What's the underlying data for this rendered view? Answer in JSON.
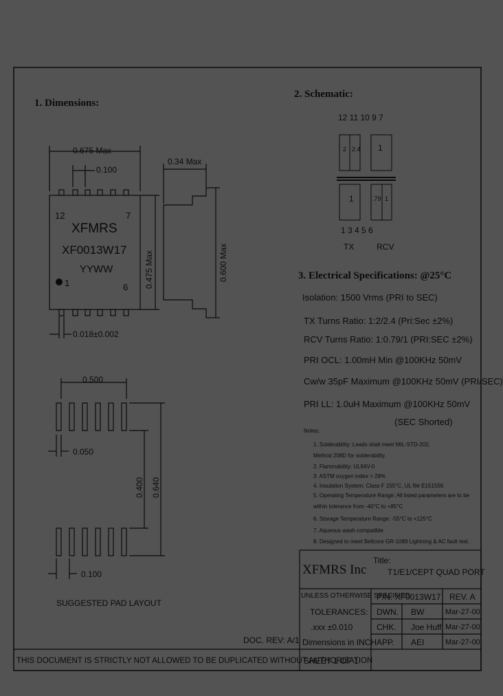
{
  "sections": {
    "dimensions_title": "1. Dimensions:",
    "schematic_title": "2. Schematic:",
    "electrical_title": "3. Electrical   Specifications: @25°C"
  },
  "dimensions": {
    "width_max": "0.675 Max",
    "pitch": "0.100",
    "height_max": "0.34 Max",
    "body_max": "0.475 Max",
    "overall_max": "0.600 Max",
    "lead_width": "0.018±0.002",
    "chip_logo": "XFMRS",
    "chip_part": "XF0013W17",
    "chip_date": "YYWW",
    "pin_12": "12",
    "pin_7": "7",
    "pin_1": "1",
    "pin_6": "6"
  },
  "pad_layout": {
    "span": "0.500",
    "pad_width": "0.050",
    "row_gap": "0.400",
    "overall": "0.640",
    "pitch": "0.100",
    "caption": "SUGGESTED PAD LAYOUT"
  },
  "schematic": {
    "top_pins": "12 11 10  9    7",
    "bottom_pins": "1    3  4 5 6",
    "ratio_a": "2",
    "ratio_b": "2.4",
    "ratio_c": "1",
    "ratio_d": "1",
    "ratio_e": ".79",
    "ratio_f": "1",
    "tx_label": "TX",
    "rcv_label": "RCV"
  },
  "electrical": [
    "Isolation: 1500 Vrms (PRI to SEC)",
    "TX Turns Ratio: 1:2/2.4 (Pri:Sec ±2%)",
    "RCV Turns Ratio: 1:0.79/1 (PRI:SEC ±2%)",
    "PRI OCL: 1.00mH Min @100KHz 50mV",
    "Cw/w 35pF Maximum @100KHz 50mV (PRI/SEC)",
    "PRI LL: 1.0uH Maximum @100KHz 50mV",
    "(SEC Shorted)"
  ],
  "notes": {
    "title": "Notes:",
    "items": [
      "1. Solderability: Leads shall meet MIL-STD-202,",
      "    Method 208D for solderability.",
      "2. Flammability: UL94V-0",
      "3. ASTM oxygen index > 28%",
      "4. Insulation System: Class F 155°C, UL file E151556",
      "5. Operating Temperature Range: All listed parameters are to be",
      "    within tolerance from -40°C to +85°C",
      "6. Storage Temperature Range: -55°C to +125°C",
      "7. Aqueous wash compatible",
      "8. Designed to meet Bellcore GR-1089 Lightning & AC fault test."
    ]
  },
  "title_block": {
    "company": "XFMRS Inc",
    "title_label": "Title:",
    "title": "T1/E1/CEPT QUAD PORT",
    "unless": "UNLESS OTHERWISE SPECIFIED",
    "tolerances": "TOLERANCES:",
    "tol_value": ".xxx ±0.010",
    "units": "Dimensions in INCH",
    "pn": "P/N: XF0013W17",
    "rev": "REV. A",
    "dwn_label": "DWN.",
    "dwn_name": "BW",
    "dwn_date": "Mar-27-00",
    "chk_label": "CHK.",
    "chk_name": "Joe Huff",
    "chk_date": "Mar-27-00",
    "app_label": "APP.",
    "app_name": "AEI",
    "app_date": "Mar-27-00",
    "sheet": "SHEET 1 OF 1",
    "doc_rev": "DOC. REV: A/1",
    "notice": "THIS DOCUMENT IS STRICTLY NOT ALLOWED TO BE DUPLICATED WITHOUT AUTHORIZATION"
  }
}
